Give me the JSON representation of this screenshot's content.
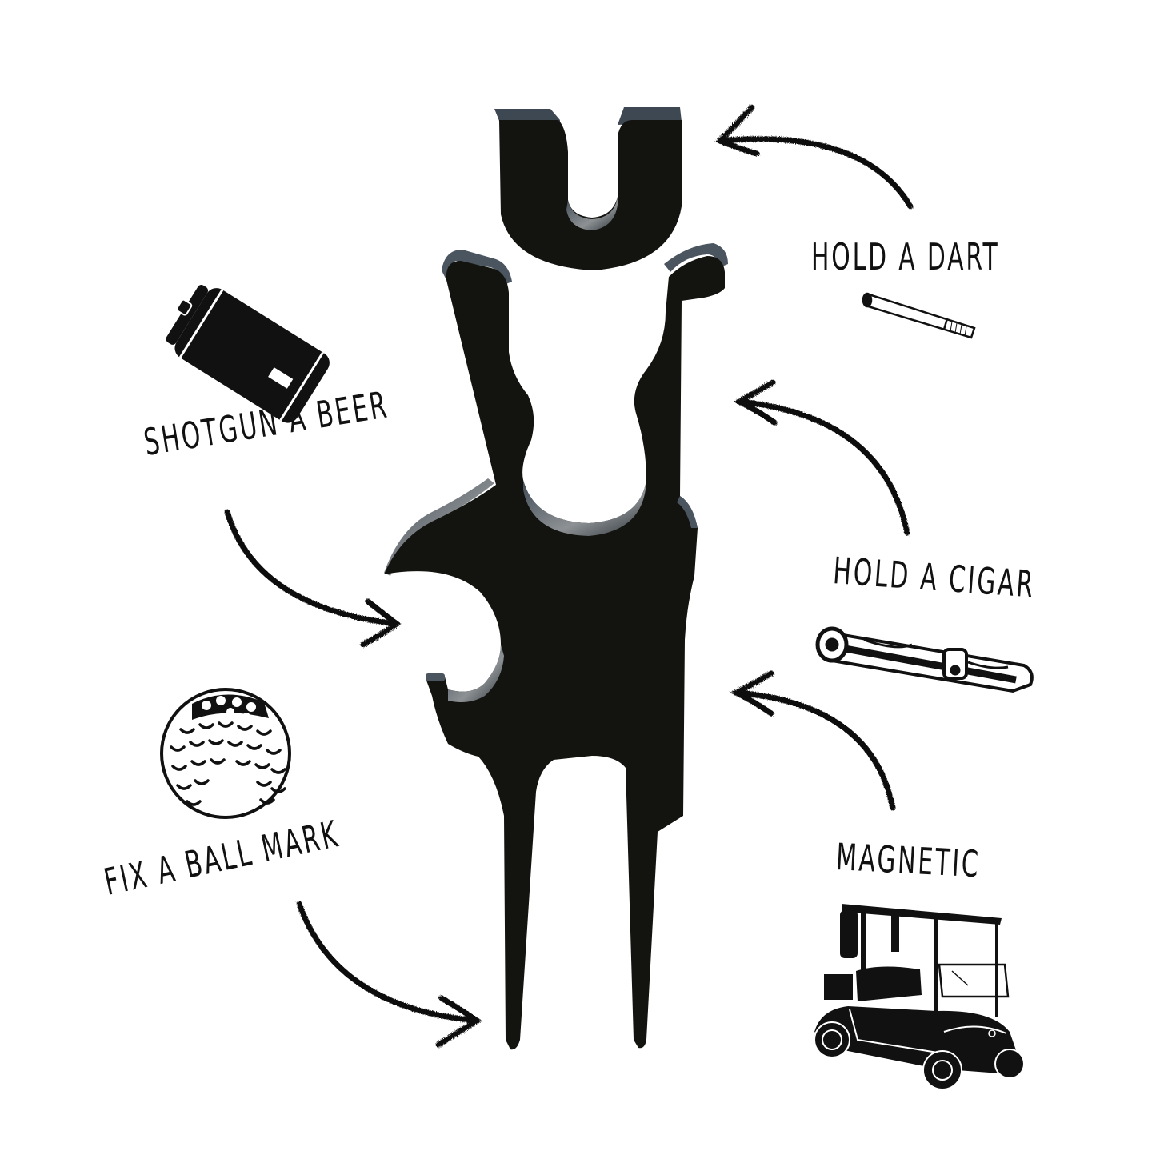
{
  "features": [
    {
      "id": "dart",
      "label": "HOLD A DART",
      "icon": "dart-icon"
    },
    {
      "id": "beer",
      "label": "SHOTGUN A BEER",
      "icon": "beer-can-icon"
    },
    {
      "id": "cigar",
      "label": "HOLD A CIGAR",
      "icon": "cigar-icon"
    },
    {
      "id": "ball",
      "label": "FIX A BALL MARK",
      "icon": "golf-ball-icon"
    },
    {
      "id": "magnet",
      "label": "MAGNETIC",
      "icon": "golf-cart-icon"
    }
  ],
  "colors": {
    "background": "#ffffff",
    "tool_body": "#13130f",
    "tool_edge": "#4a5560",
    "tool_highlight": "#8a8f92",
    "ink": "#111111"
  }
}
